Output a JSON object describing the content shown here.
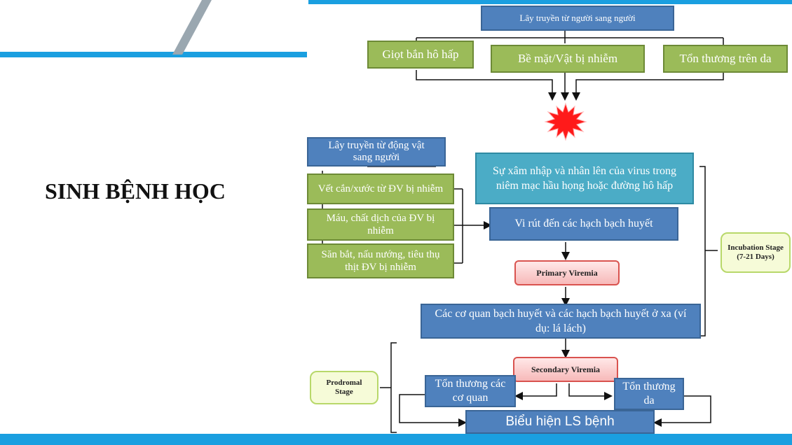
{
  "slide": {
    "title": "SINH BỆNH HỌC"
  },
  "diagram": {
    "human_transmission": "Lây truyền từ người sang người",
    "droplets": "Giọt bắn hô hấp",
    "surfaces": "Bề mặt/Vật bị nhiễm",
    "skin_lesions": "Tổn thương trên da",
    "animal_transmission": "Lây truyền từ động vật sang người",
    "bites": "Vết cắn/xước từ ĐV bị nhiễm",
    "blood_fluids": "Máu, chất dịch của ĐV bị nhiễm",
    "hunting": "Săn bắt, nấu nướng, tiêu thụ thịt ĐV bị nhiễm",
    "invasion": "Sự xâm nhập và nhân lên của virus trong niêm mạc hầu họng hoặc đường hô hấp",
    "lymph_nodes": "Vi rút đến các hạch bạch huyết",
    "primary_viremia": "Primary Viremia",
    "distant_organs": "Các cơ quan bạch huyết và các hạch bạch huyết ở xa (ví dụ: lá lách)",
    "secondary_viremia": "Secondary Viremia",
    "organ_damage": "Tổn thương các cơ quan",
    "skin_damage": "Tổn thương da",
    "clinical": "Biểu hiện LS bệnh",
    "incubation_stage": "Incubation Stage (7-21 Days)",
    "prodromal_stage": "Prodromal Stage"
  },
  "colors": {
    "accent_blue": "#1a9fe0",
    "box_blue": "#4f81bd",
    "box_green": "#9bbb59",
    "box_cyan": "#4bacc6",
    "burst_red": "#ff1a1a"
  }
}
